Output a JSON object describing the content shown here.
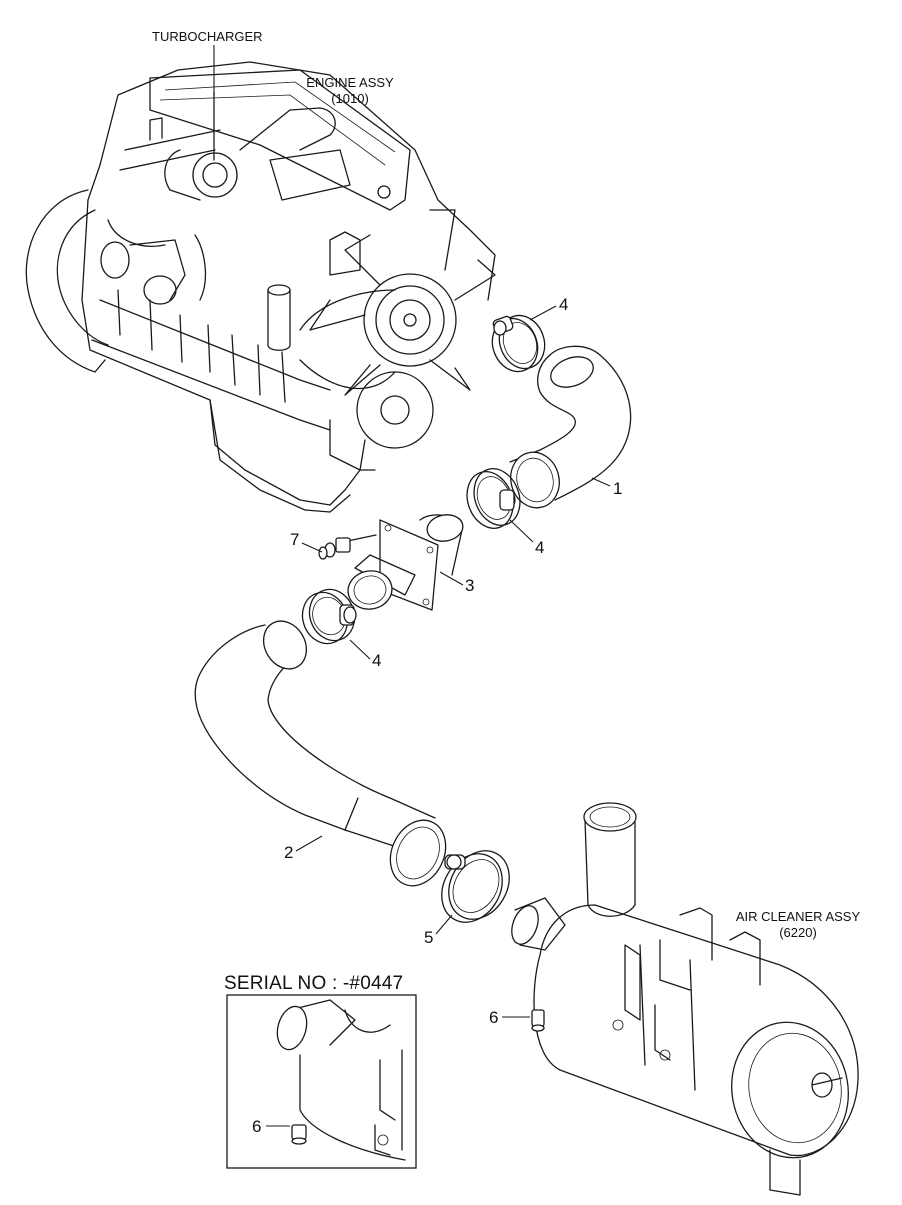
{
  "labels": {
    "turbocharger": "TURBOCHARGER",
    "engine_assy_name": "ENGINE ASSY",
    "engine_assy_code": "(1010)",
    "air_cleaner_name": "AIR CLEANER ASSY",
    "air_cleaner_code": "(6220)",
    "serial_no": "SERIAL NO : -#0447"
  },
  "callouts": {
    "hose_upper": "1",
    "hose_lower": "2",
    "adapter": "3",
    "clamp_top": "4",
    "clamp_mid": "4",
    "clamp_low": "4",
    "clamp_air_cleaner": "5",
    "fitting_main": "6",
    "fitting_inset": "6",
    "bolt": "7"
  }
}
